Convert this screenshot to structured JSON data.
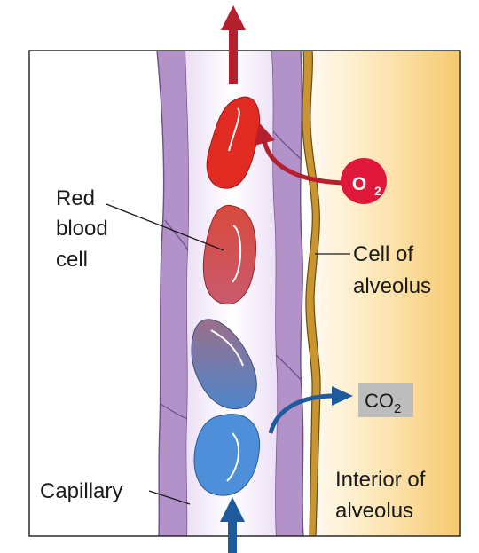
{
  "labels": {
    "red_blood_cell": [
      "Red",
      "blood",
      "cell"
    ],
    "cell_of_alveolus": [
      "Cell of",
      "alveolus"
    ],
    "interior_of_alveolus": [
      "Interior of",
      "alveolus"
    ],
    "capillary": "Capillary"
  },
  "gases": {
    "oxygen": {
      "symbol": "O",
      "subscript": "2"
    },
    "carbon_dioxide": {
      "symbol": "CO",
      "subscript": "2"
    }
  },
  "colors": {
    "oxygen_red": "#b51f2e",
    "oxygen_badge": "#e0183c",
    "co2_blue": "#1f5a9e",
    "capillary_wall": "#b292c8",
    "alveolus_wall": "#c8952e",
    "alveolus_interior": "#f7cf7a",
    "co2_box": "#bdbdbd"
  }
}
